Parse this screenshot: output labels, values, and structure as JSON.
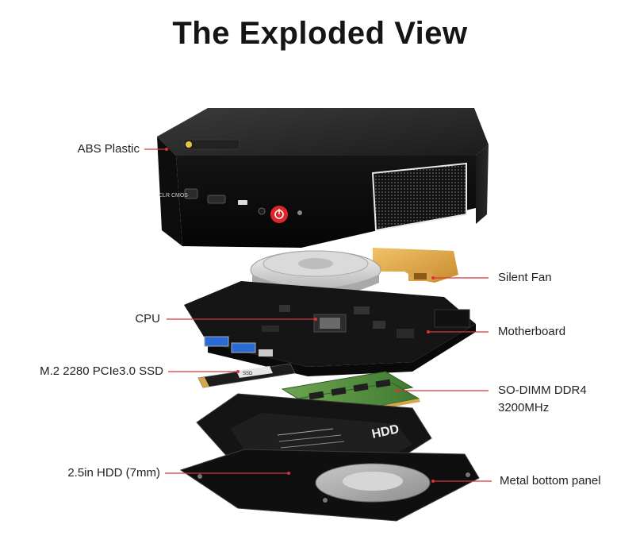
{
  "title": "The Exploded View",
  "labels": {
    "abs_plastic": "ABS Plastic",
    "silent_fan": "Silent Fan",
    "cpu": "CPU",
    "motherboard": "Motherboard",
    "ssd": "M.2 2280 PCIe3.0 SSD",
    "sodimm_line1": "SO-DIMM DDR4",
    "sodimm_line2": "3200MHz",
    "hdd": "2.5in HDD (7mm)",
    "bottom_panel": "Metal bottom panel"
  },
  "device_markings": {
    "clr_cmos": "CLR CMOS",
    "hdd_bracket": "HDD",
    "ssd_sticker": "SSD"
  },
  "colors": {
    "leader_line": "#d9343a",
    "power_button": "#e0262b",
    "fan_connector": "#d9a24a",
    "ram_pcb": "#4f8a3c"
  }
}
